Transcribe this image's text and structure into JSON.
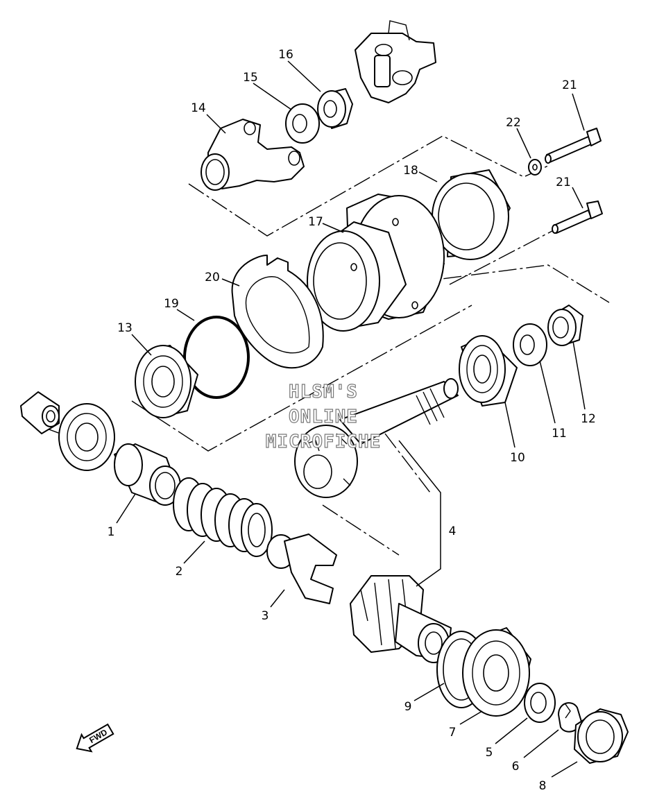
{
  "part_labels": [
    {
      "id": "1",
      "text": "1"
    },
    {
      "id": "2",
      "text": "2"
    },
    {
      "id": "3",
      "text": "3"
    },
    {
      "id": "4",
      "text": "4"
    },
    {
      "id": "5",
      "text": "5"
    },
    {
      "id": "6",
      "text": "6"
    },
    {
      "id": "7",
      "text": "7"
    },
    {
      "id": "8",
      "text": "8"
    },
    {
      "id": "9",
      "text": "9"
    },
    {
      "id": "10",
      "text": "10"
    },
    {
      "id": "11",
      "text": "11"
    },
    {
      "id": "12",
      "text": "12"
    },
    {
      "id": "13",
      "text": "13"
    },
    {
      "id": "14",
      "text": "14"
    },
    {
      "id": "15",
      "text": "15"
    },
    {
      "id": "16",
      "text": "16"
    },
    {
      "id": "17",
      "text": "17"
    },
    {
      "id": "18",
      "text": "18"
    },
    {
      "id": "19",
      "text": "19"
    },
    {
      "id": "20",
      "text": "20"
    },
    {
      "id": "21a",
      "text": "21"
    },
    {
      "id": "21b",
      "text": "21"
    },
    {
      "id": "22",
      "text": "22"
    }
  ],
  "watermark": {
    "line1": "HLSM'S",
    "line2": "ONLINE",
    "line3": "MICROFICHE"
  },
  "direction_arrow": {
    "label": "FWD"
  }
}
